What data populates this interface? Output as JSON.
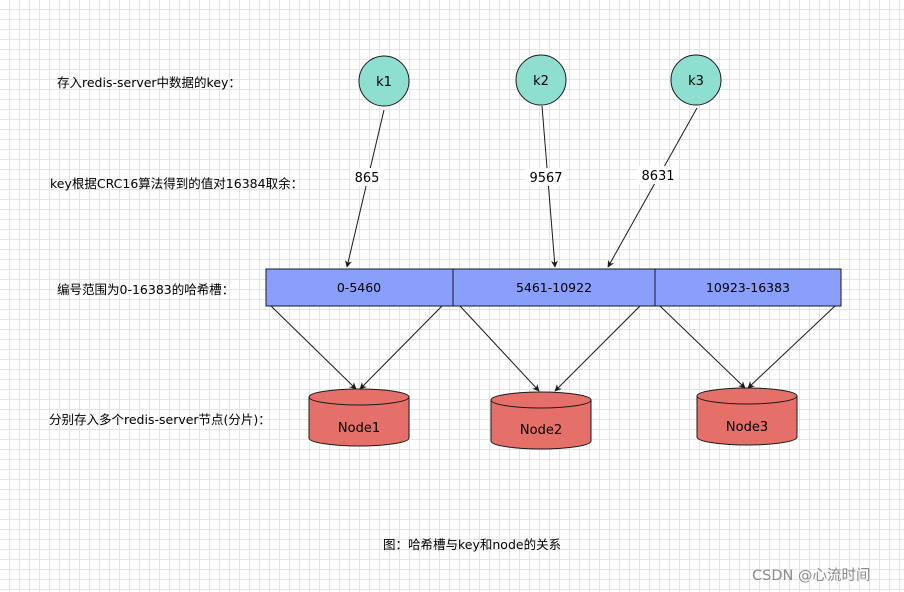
{
  "row_labels": {
    "keys": "存入redis-server中数据的key：",
    "crc": "key根据CRC16算法得到的值对16384取余：",
    "slots": "编号范围为0-16383的哈希槽：",
    "nodes": "分别存入多个redis-server节点(分片)："
  },
  "keys": [
    {
      "label": "k1",
      "value": "865"
    },
    {
      "label": "k2",
      "value": "9567"
    },
    {
      "label": "k3",
      "value": "8631"
    }
  ],
  "slots": [
    {
      "range": "0-5460"
    },
    {
      "range": "5461-10922"
    },
    {
      "range": "10923-16383"
    }
  ],
  "nodes": [
    {
      "label": "Node1"
    },
    {
      "label": "Node2"
    },
    {
      "label": "Node3"
    }
  ],
  "caption": "图：哈希槽与key和node的关系",
  "watermark": "CSDN @心流时间",
  "colors": {
    "key_fill": "#8fdfd1",
    "slot_fill": "#8a9ff9",
    "node_fill": "#e5706a",
    "stroke": "#1a1a1a"
  }
}
